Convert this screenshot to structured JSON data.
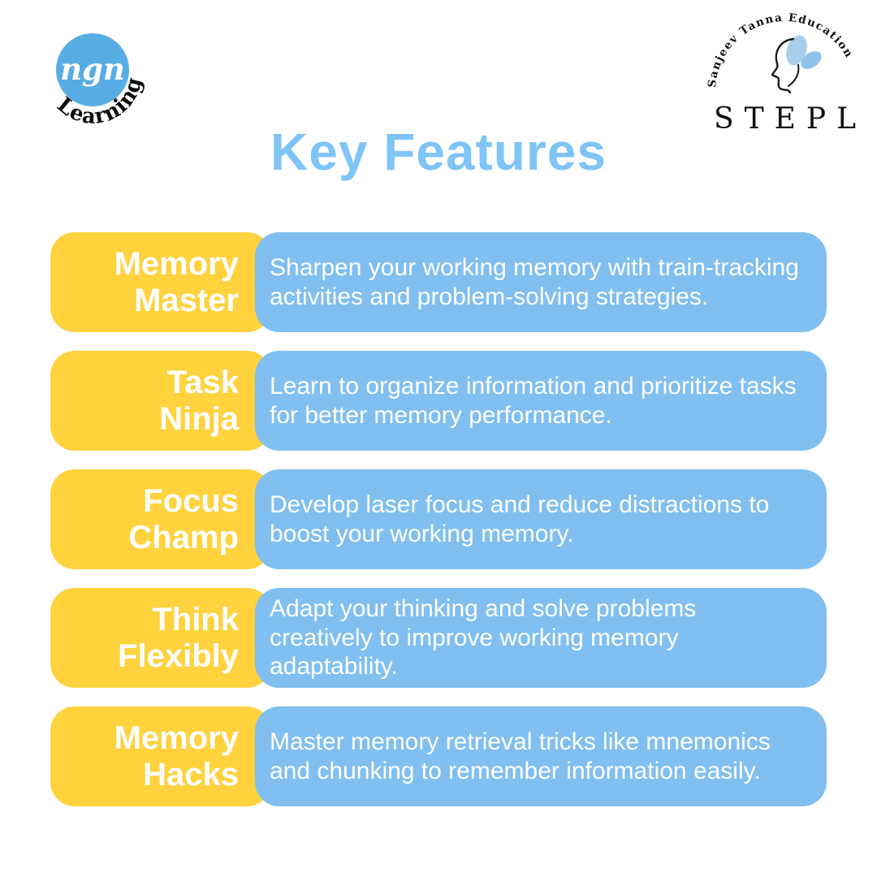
{
  "title": "Key Features",
  "brand": {
    "ngn": {
      "circle_text": "ngn",
      "arc_text": "Learning",
      "circle_color": "#58ACE4"
    },
    "stepl": {
      "arc_text": "Sanjeev Tanna Education",
      "wordmark": "STEPL",
      "icon": "face-with-flowers-illustration",
      "petal_colors": [
        "#A7CFEC",
        "#8FC2E8"
      ]
    }
  },
  "colors": {
    "title_blue": "#7EC4F6",
    "label_yellow": "#FFD23E",
    "description_blue": "#80BFEF",
    "background": "#FFFFFF",
    "text_white": "#FFFFFF"
  },
  "features": [
    {
      "title": "Memory\nMaster",
      "description": "Sharpen your working memory with train-tracking activities and problem-solving strategies."
    },
    {
      "title": "Task\nNinja",
      "description": "Learn to organize information and prioritize tasks for better memory performance."
    },
    {
      "title": "Focus\nChamp",
      "description": "Develop laser focus and reduce distractions to boost your working memory."
    },
    {
      "title": "Think\nFlexibly",
      "description": "Adapt your thinking and solve problems creatively to improve working memory adaptability."
    },
    {
      "title": "Memory\nHacks",
      "description": "Master memory retrieval tricks like mnemonics and chunking to remember information easily."
    }
  ]
}
